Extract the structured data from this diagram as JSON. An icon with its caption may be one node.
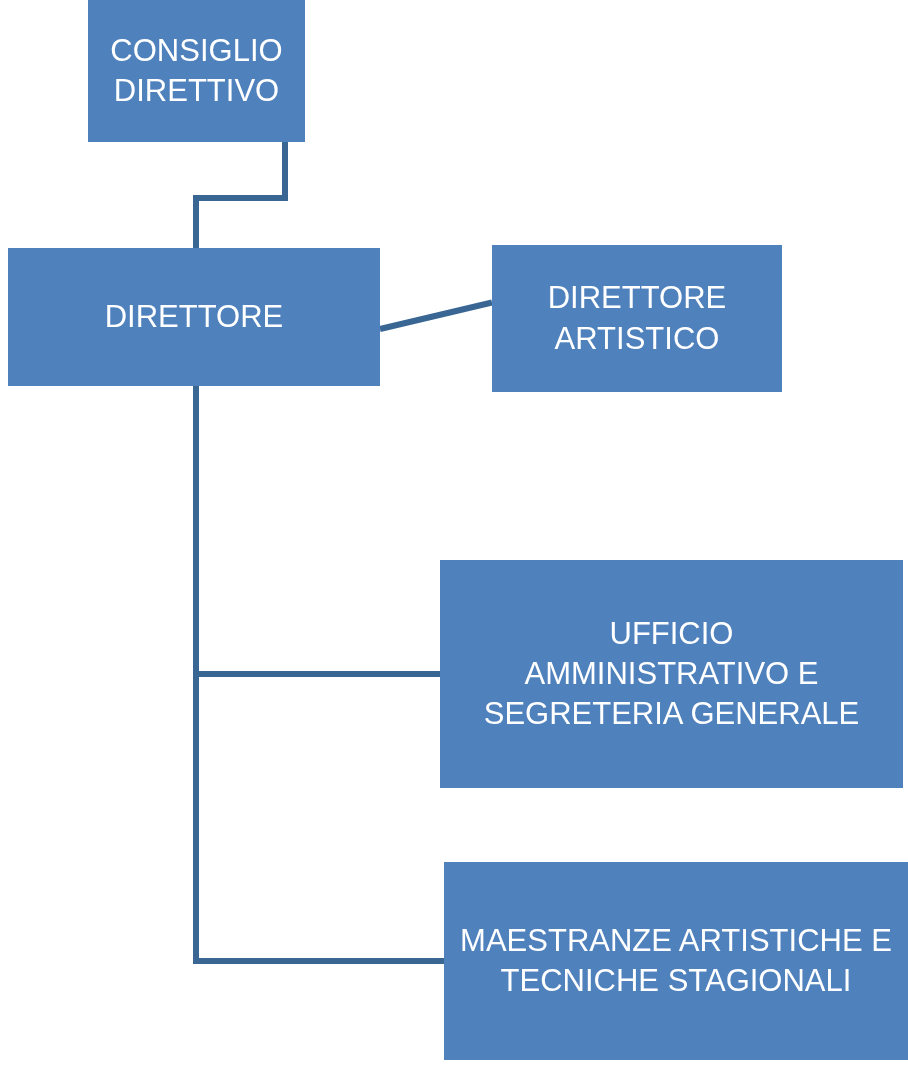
{
  "diagram": {
    "nodes": [
      {
        "text": [
          "CONSIGLIO DIRETTIVO"
        ]
      },
      {
        "text": [
          "DIRETTORE"
        ]
      },
      {
        "text": [
          "DIRETTORE ARTISTICO"
        ]
      },
      {
        "text": [
          "UFFICIO AMMINISTRATIVO E SEGRETERIA GENERALE"
        ]
      },
      {
        "text": [
          "MAESTRANZE ARTISTICHE E TECNICHE STAGIONALI"
        ]
      }
    ],
    "edges": [
      {
        "from": 0,
        "to": 1,
        "arrow": "none"
      },
      {
        "from": 1,
        "to": 2,
        "arrow": "none"
      },
      {
        "from": 1,
        "to": 3,
        "arrow": "none"
      },
      {
        "from": 1,
        "to": 4,
        "arrow": "none"
      }
    ]
  }
}
